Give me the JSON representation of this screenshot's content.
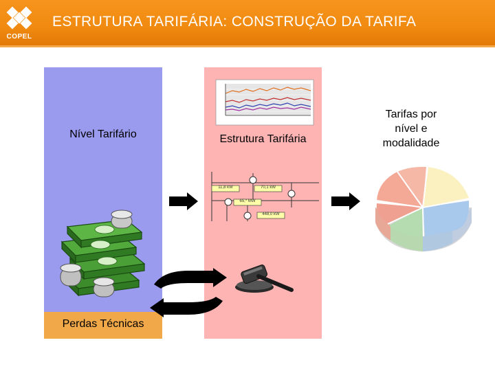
{
  "header": {
    "logo_text": "COPEL",
    "title": "ESTRUTURA TARIFÁRIA: CONSTRUÇÃO DA TARIFA"
  },
  "blocks": {
    "nivel_tarifario": "Nível Tarifário",
    "perdas_tecnicas": "Perdas Técnicas",
    "estrutura_tarifaria": "Estrutura Tarifária",
    "tarifas": "Tarifas por nível e modalidade"
  },
  "circuit_values": [
    "11,8 kW",
    "70,1 kW",
    "65,* MW",
    "448,0 kW"
  ],
  "colors": {
    "header": "#f7941d",
    "blue_panel": "#9a9aee",
    "orange_panel": "#f0a848",
    "pink_panel": "#ffb4b4"
  }
}
